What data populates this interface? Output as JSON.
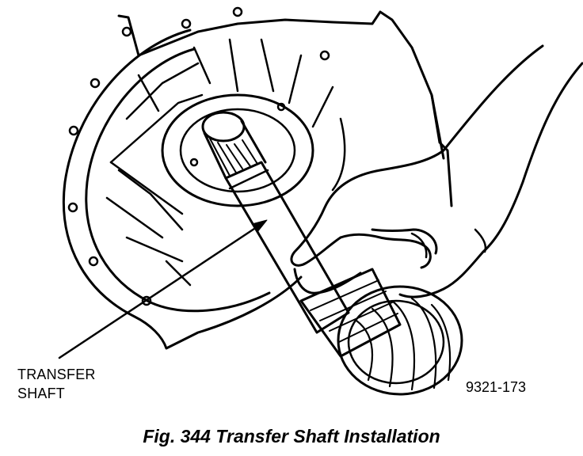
{
  "callout": {
    "line1": "TRANSFER",
    "line2": "SHAFT"
  },
  "figure_id": "9321-173",
  "caption": "Fig. 344 Transfer Shaft Installation",
  "colors": {
    "ink": "#000000",
    "paper": "#ffffff"
  }
}
